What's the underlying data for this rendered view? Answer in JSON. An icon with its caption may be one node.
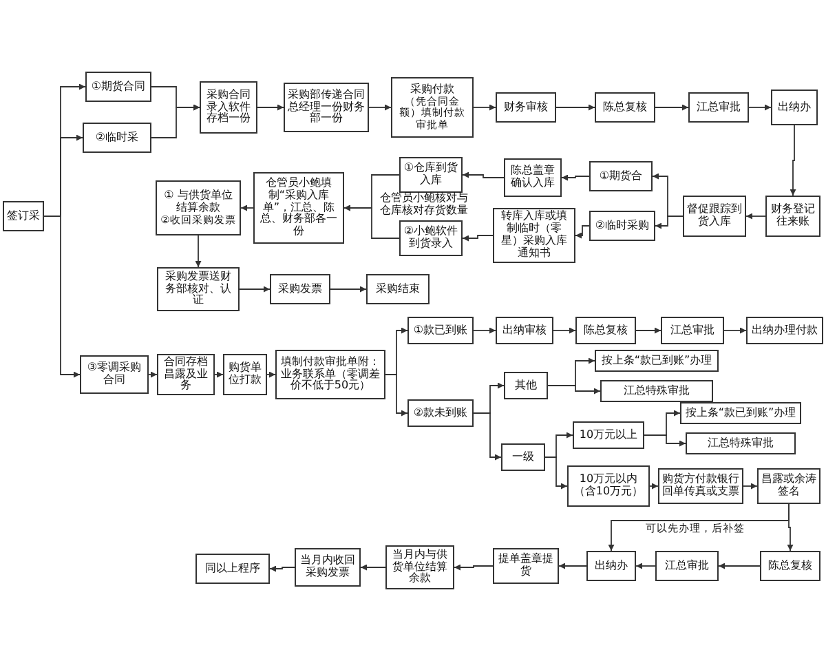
{
  "diagram": {
    "nodes": [
      {
        "text": [
          "签订采"
        ]
      },
      {
        "text": [
          "①期货合同"
        ]
      },
      {
        "text": [
          "②临时采"
        ]
      },
      {
        "text": [
          "采购合同录入软件存档一份"
        ]
      },
      {
        "text": [
          "采购部传递合同总经理一份财务部一份"
        ]
      },
      {
        "text": [
          "采购付款",
          "（凭合同金额）填制付款审批单"
        ]
      },
      {
        "text": [
          "财务审核"
        ]
      },
      {
        "text": [
          "陈总复核"
        ]
      },
      {
        "text": [
          "江总审批"
        ]
      },
      {
        "text": [
          "出纳办"
        ]
      },
      {
        "text": [
          "财务登记往来账"
        ]
      },
      {
        "text": [
          "督促跟踪到货入库"
        ]
      },
      {
        "text": [
          "①期货合"
        ]
      },
      {
        "text": [
          "②临时采购"
        ]
      },
      {
        "text": [
          "陈总盖章确认入库"
        ]
      },
      {
        "text": [
          "转库入库或填制临时（零星）采购入库通知书"
        ]
      },
      {
        "text": [
          "①仓库到货入库"
        ]
      },
      {
        "text": [
          "②小鲍软件到货录入"
        ]
      },
      {
        "text": [
          "仓管员小鲍填制“采购入库单”，江总、陈总、财务部各一份"
        ]
      },
      {
        "text": [
          "① 与供货单位结算余款",
          "②收回采购发票"
        ]
      },
      {
        "text": [
          "采购发票送财务部核对、认证"
        ]
      },
      {
        "text": [
          "采购发票"
        ]
      },
      {
        "text": [
          "采购结束"
        ]
      },
      {
        "text": [
          "③零调采购合同"
        ]
      },
      {
        "text": [
          "合同存档昌露及业务"
        ]
      },
      {
        "text": [
          "购货单位打款"
        ]
      },
      {
        "text": [
          "填制付款审批单附：业务联系单（零调差价不低于50元）"
        ]
      },
      {
        "text": [
          "①款已到账"
        ]
      },
      {
        "text": [
          "出纳审核"
        ]
      },
      {
        "text": [
          "陈总复核"
        ]
      },
      {
        "text": [
          "江总审批"
        ]
      },
      {
        "text": [
          "出纳办理付款"
        ]
      },
      {
        "text": [
          "②款未到账"
        ]
      },
      {
        "text": [
          "其他"
        ]
      },
      {
        "text": [
          "按上条“款已到账”办理"
        ]
      },
      {
        "text": [
          "江总特殊审批"
        ]
      },
      {
        "text": [
          "一级"
        ]
      },
      {
        "text": [
          "10万元以上"
        ]
      },
      {
        "text": [
          "按上条“款已到账”办理"
        ]
      },
      {
        "text": [
          "江总特殊审批"
        ]
      },
      {
        "text": [
          "10万元以内（含10万元）"
        ]
      },
      {
        "text": [
          "购货方付款银行回单传真或支票"
        ]
      },
      {
        "text": [
          "昌露或余涛签名"
        ]
      },
      {
        "text": [
          "陈总复核"
        ]
      },
      {
        "text": [
          "江总审批"
        ]
      },
      {
        "text": [
          "出纳办"
        ]
      },
      {
        "text": [
          "提单盖章提货"
        ]
      },
      {
        "text": [
          "当月内与供货单位结算余款"
        ]
      },
      {
        "text": [
          "当月内收回采购发票"
        ]
      },
      {
        "text": [
          "同以上程序"
        ]
      }
    ],
    "edges": [
      {
        "from": 0,
        "to": 1,
        "arrow": "to"
      },
      {
        "from": 0,
        "to": 2,
        "arrow": "to"
      },
      {
        "from": 0,
        "to": 23,
        "arrow": "to"
      },
      {
        "from": 1,
        "to": 3,
        "arrow": "to"
      },
      {
        "from": 2,
        "to": 3,
        "arrow": "to"
      },
      {
        "from": 3,
        "to": 4,
        "arrow": "to"
      },
      {
        "from": 4,
        "to": 5,
        "arrow": "to"
      },
      {
        "from": 5,
        "to": 6,
        "arrow": "to"
      },
      {
        "from": 6,
        "to": 7,
        "arrow": "to"
      },
      {
        "from": 7,
        "to": 8,
        "arrow": "to"
      },
      {
        "from": 8,
        "to": 9,
        "arrow": "to"
      },
      {
        "from": 9,
        "to": 10,
        "arrow": "to"
      },
      {
        "from": 10,
        "to": 11,
        "arrow": "to"
      },
      {
        "from": 11,
        "to": 12,
        "arrow": "to"
      },
      {
        "from": 11,
        "to": 13,
        "arrow": "to"
      },
      {
        "from": 12,
        "to": 14,
        "arrow": "to"
      },
      {
        "from": 14,
        "to": 16,
        "arrow": "to"
      },
      {
        "from": 13,
        "to": 15,
        "arrow": "to"
      },
      {
        "from": 15,
        "to": 17,
        "arrow": "to"
      },
      {
        "from": 16,
        "to": 18,
        "arrow": "to"
      },
      {
        "from": 17,
        "to": 18,
        "arrow": "to"
      },
      {
        "from": 18,
        "to": 19,
        "arrow": "to"
      },
      {
        "from": 19,
        "to": 20,
        "arrow": "to"
      },
      {
        "from": 20,
        "to": 21,
        "arrow": "to"
      },
      {
        "from": 21,
        "to": 22,
        "arrow": "to"
      },
      {
        "from": 23,
        "to": 24,
        "arrow": "to"
      },
      {
        "from": 24,
        "to": 25,
        "arrow": "to"
      },
      {
        "from": 25,
        "to": 26,
        "arrow": "to"
      },
      {
        "from": 26,
        "to": 27,
        "arrow": "to"
      },
      {
        "from": 26,
        "to": 32,
        "arrow": "to"
      },
      {
        "from": 27,
        "to": 28,
        "arrow": "to"
      },
      {
        "from": 28,
        "to": 29,
        "arrow": "to"
      },
      {
        "from": 29,
        "to": 30,
        "arrow": "to"
      },
      {
        "from": 30,
        "to": 31,
        "arrow": "to"
      },
      {
        "from": 32,
        "to": 33,
        "arrow": "to"
      },
      {
        "from": 32,
        "to": 36,
        "arrow": "to"
      },
      {
        "from": 33,
        "to": 34,
        "arrow": "to"
      },
      {
        "from": 33,
        "to": 35,
        "arrow": "to"
      },
      {
        "from": 36,
        "to": 37,
        "arrow": "to"
      },
      {
        "from": 36,
        "to": 40,
        "arrow": "to"
      },
      {
        "from": 37,
        "to": 38,
        "arrow": "to"
      },
      {
        "from": 37,
        "to": 39,
        "arrow": "to"
      },
      {
        "from": 40,
        "to": 41,
        "arrow": "to"
      },
      {
        "from": 41,
        "to": 42,
        "arrow": "to"
      },
      {
        "from": 42,
        "to": 43,
        "arrow": "to"
      },
      {
        "from": 42,
        "to": 45,
        "arrow": "to",
        "label": "可以先办理，后补签"
      },
      {
        "from": 43,
        "to": 44,
        "arrow": "to"
      },
      {
        "from": 44,
        "to": 45,
        "arrow": "to"
      },
      {
        "from": 45,
        "to": 46,
        "arrow": "to"
      },
      {
        "from": 46,
        "to": 47,
        "arrow": "to"
      },
      {
        "from": 47,
        "to": 48,
        "arrow": "to"
      },
      {
        "from": 48,
        "to": 49,
        "arrow": "to"
      }
    ],
    "labels": [
      "仓管员小鲍核对与仓库核对存货数量"
    ]
  }
}
